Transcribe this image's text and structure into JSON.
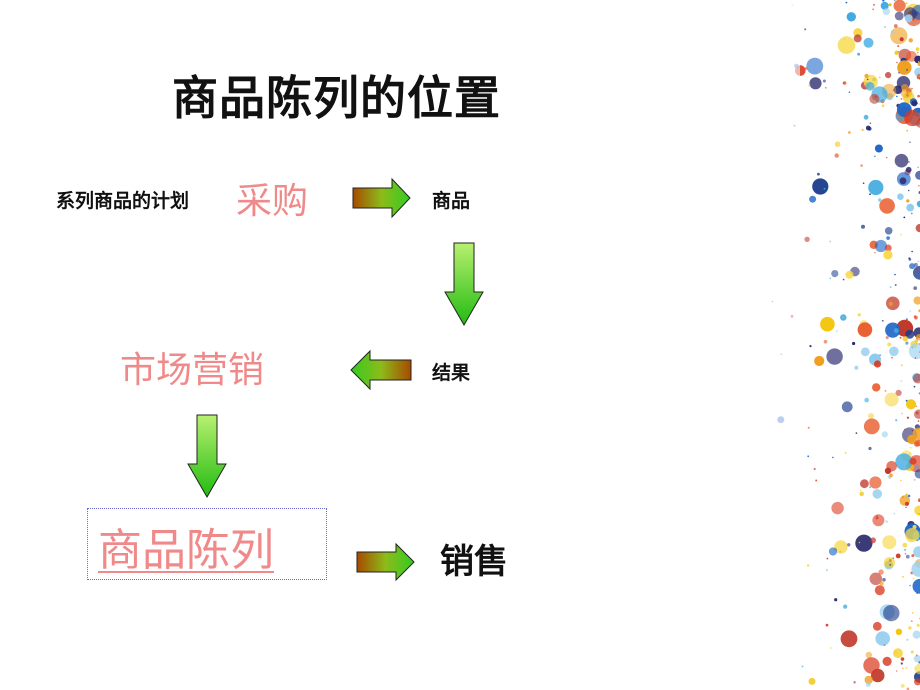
{
  "title": "商品陈列的位置",
  "labels": {
    "plan": "系列商品的计划",
    "purchase": "采购",
    "goods": "商品",
    "result": "结果",
    "marketing": "市场营销",
    "display": "商品陈列",
    "sales": "销售"
  },
  "colors": {
    "accent_pink": "#f08a8a",
    "arrow_green": "#33cc22",
    "arrow_dark": "#a84a00",
    "box_border": "#6a6ad0"
  }
}
